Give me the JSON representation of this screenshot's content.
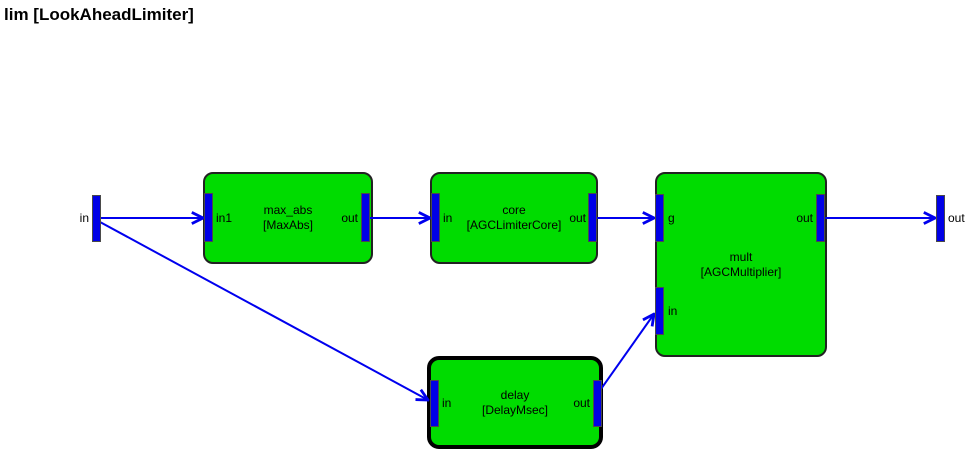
{
  "title": "lim [LookAheadLimiter]",
  "colors": {
    "background": "#FFFFFF",
    "block_fill": "#00DC00",
    "block_border": "#222222",
    "selected_block_border": "#000000",
    "port_fill": "#0000E6",
    "wire": "#0000EE",
    "text": "#000000"
  },
  "io": {
    "input_label": "in",
    "output_label": "out"
  },
  "blocks": {
    "max_abs": {
      "label": "max_abs",
      "type": "[MaxAbs]",
      "port_in1": "in1",
      "port_out": "out"
    },
    "core": {
      "label": "core",
      "type": "[AGCLimiterCore]",
      "port_in": "in",
      "port_out": "out"
    },
    "mult": {
      "label": "mult",
      "type": "[AGCMultiplier]",
      "port_g": "g",
      "port_in": "in",
      "port_out": "out"
    },
    "delay": {
      "label": "delay",
      "type": "[DelayMsec]",
      "port_in": "in",
      "port_out": "out",
      "selected": true
    }
  },
  "connections": [
    {
      "from": "input",
      "to": "max_abs.in1"
    },
    {
      "from": "input",
      "to": "delay.in"
    },
    {
      "from": "max_abs.out",
      "to": "core.in"
    },
    {
      "from": "core.out",
      "to": "mult.g"
    },
    {
      "from": "delay.out",
      "to": "mult.in"
    },
    {
      "from": "mult.out",
      "to": "output"
    }
  ]
}
